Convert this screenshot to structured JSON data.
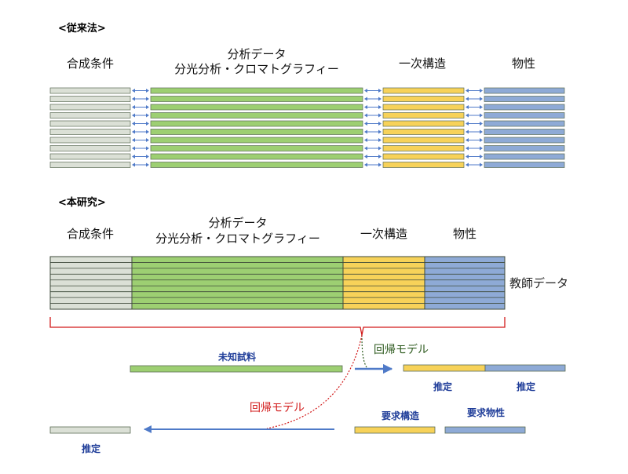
{
  "colors": {
    "gray": "#dbe0d6",
    "green": "#9dcf72",
    "yellow": "#f7d259",
    "blue": "#8eaad6",
    "border": "#5b6b55",
    "arrow": "#4f7ac8",
    "red": "#d21a1a"
  },
  "conventional": {
    "title": "<従来法>",
    "col1": "合成条件",
    "col2_line1": "分析データ",
    "col2_line2": "分光分析・クロマトグラフィー",
    "col3": "一次構造",
    "col4": "物性",
    "row_count": 10
  },
  "proposed": {
    "title": "<本研究>",
    "col1": "合成条件",
    "col2_line1": "分析データ",
    "col2_line2": "分光分析・クロマトグラフィー",
    "col3": "一次構造",
    "col4": "物性",
    "teacher_label": "教師データ",
    "row_count": 9
  },
  "flow": {
    "regression_top": "回帰モデル",
    "unknown_sample": "未知試料",
    "estimate_1": "推定",
    "estimate_2": "推定",
    "regression_bottom": "回帰モデル",
    "required_structure": "要求構造",
    "required_property": "要求物性",
    "estimate_3": "推定"
  }
}
